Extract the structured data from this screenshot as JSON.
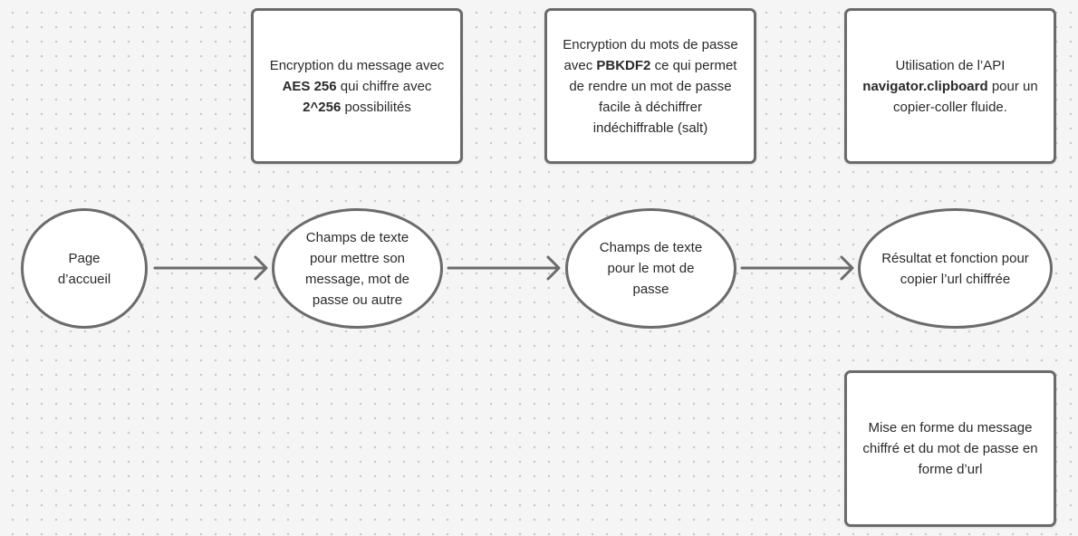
{
  "nodes": {
    "home": {
      "label": "Page d’accueil"
    },
    "message_fields": {
      "label": "Champs de texte pour mettre son message, mot de passe ou autre"
    },
    "password_fields": {
      "label": "Champs de texte pour le mot de passe"
    },
    "result": {
      "label": "Résultat et fonction pour copier l’url chiffrée"
    }
  },
  "notes": {
    "aes": {
      "t1": "Encryption du message avec ",
      "b1": "AES 256",
      "t2": " qui chiffre avec ",
      "b2": "2^256",
      "t3": " possibilités"
    },
    "pbkdf2": {
      "t1": "Encryption du mots de passe avec ",
      "b1": "PBKDF2",
      "t2": " ce qui permet de rendre un mot de passe facile à déchiffrer indéchiffrable (salt)"
    },
    "clipboard": {
      "t1": "Utilisation de l’API ",
      "b1": "navigator.clipboard",
      "t2": " pour un copier-coller fluide."
    },
    "url_format": {
      "text": "Mise en forme du message chiffré et du mot de passe en forme d’url"
    }
  },
  "colors": {
    "background": "#f5f5f5",
    "dot_grid": "#c9c9c9",
    "stroke": "#6b6b6b",
    "shape_fill": "#ffffff",
    "text": "#2a2a2a"
  }
}
